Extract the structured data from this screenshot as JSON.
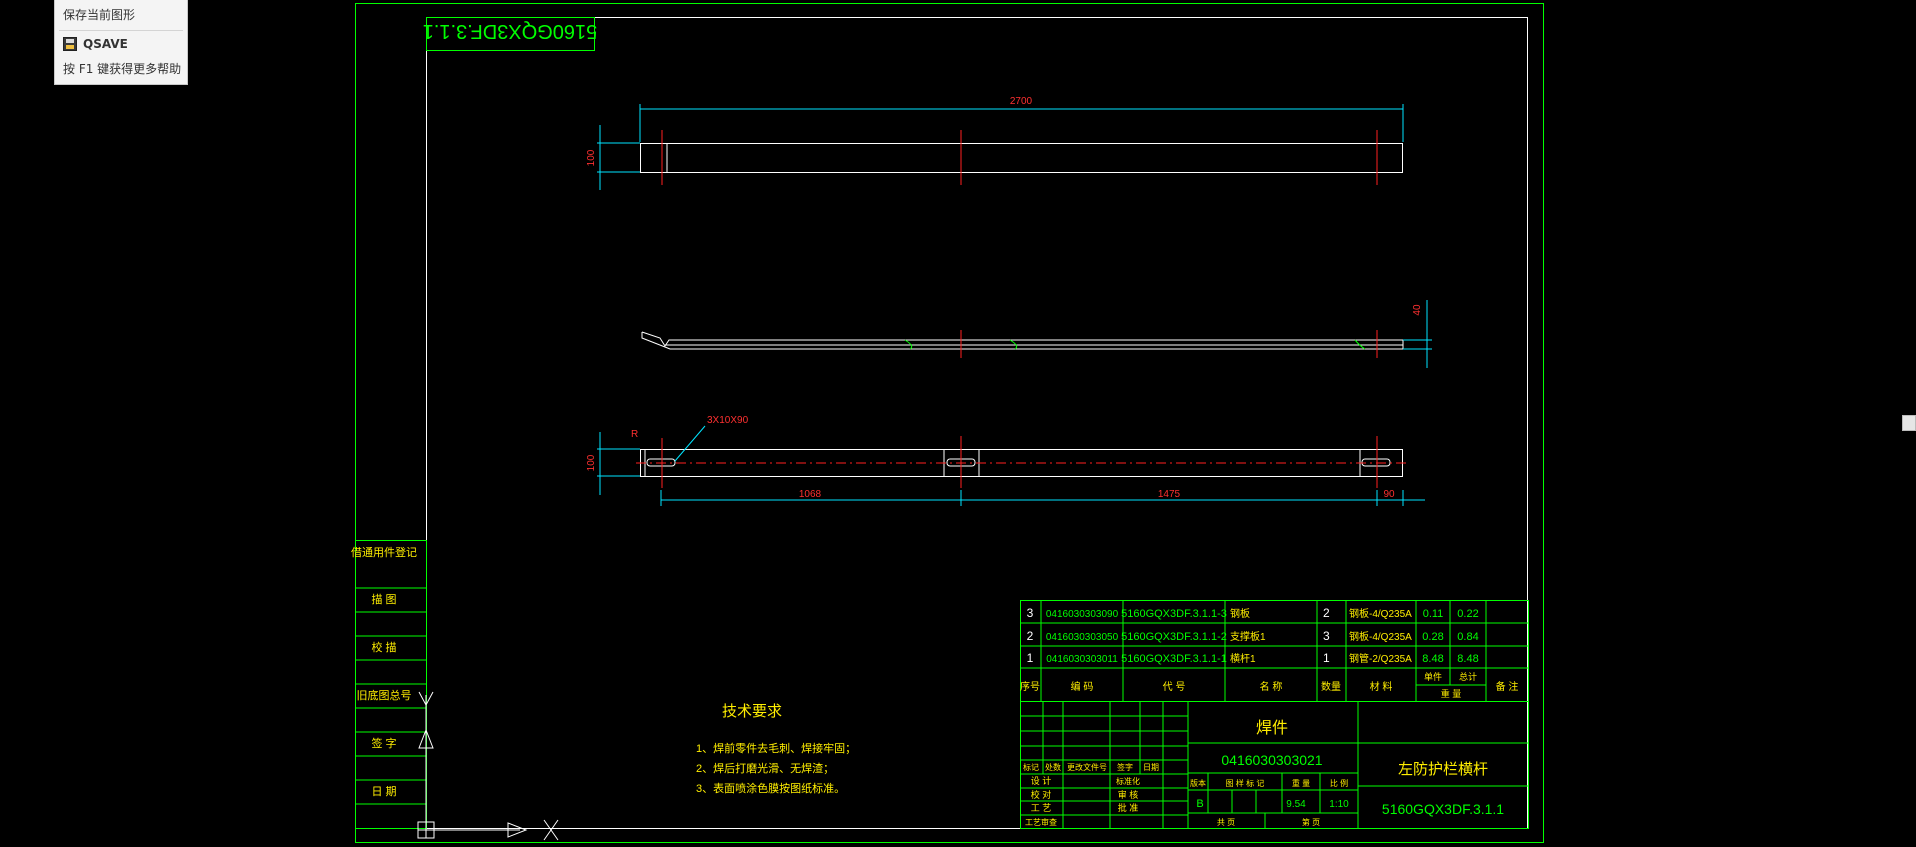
{
  "tooltip": {
    "description": "保存当前图形",
    "command": "QSAVE",
    "icon": "save-icon",
    "help": "按 F1 键获得更多帮助"
  },
  "drawing": {
    "corner_code": "5160GQX3DF.3.1.1",
    "dimensions": {
      "overall_length": "2700",
      "top_height": "100",
      "side_height": "40",
      "bottom_height": "100",
      "slot": "3X10X90",
      "radius": "R",
      "seg1": "1068",
      "seg2": "1475",
      "seg3": "90"
    },
    "side_labels": [
      "借通用件登记",
      "描 图",
      "校 描",
      "旧底图总号",
      "签 字",
      "日 期"
    ],
    "tech_requirements": {
      "title": "技术要求",
      "items": [
        "1、焊前零件去毛刺、焊接牢固；",
        "2、焊后打磨光滑、无焊渣；",
        "3、表面喷涂色膜按图纸标准。"
      ]
    },
    "bom": {
      "headers": [
        "序号",
        "编 码",
        "代 号",
        "名 称",
        "数量",
        "材 料",
        "单件",
        "总计",
        "备 注"
      ],
      "weight_header": "重 量",
      "rows": [
        {
          "no": "3",
          "code": "0416030303090",
          "ref": "5160GQX3DF.3.1.1-3",
          "name": "钢板",
          "qty": "2",
          "material": "钢板-4/Q235A",
          "unit": "0.11",
          "total": "0.22"
        },
        {
          "no": "2",
          "code": "0416030303050",
          "ref": "5160GQX3DF.3.1.1-2",
          "name": "支撑板1",
          "qty": "3",
          "material": "钢板-4/Q235A",
          "unit": "0.28",
          "total": "0.84"
        },
        {
          "no": "1",
          "code": "0416030303011",
          "ref": "5160GQX3DF.3.1.1-1",
          "name": "横杆1",
          "qty": "1",
          "material": "钢管-2/Q235A",
          "unit": "8.48",
          "total": "8.48"
        }
      ]
    },
    "title_block": {
      "part_type": "焊件",
      "part_code": "0416030303021",
      "part_name": "左防护栏横杆",
      "drawing_no": "5160GQX3DF.3.1.1",
      "stage": "B",
      "weight": "9.54",
      "scale": "1:10",
      "labels": {
        "mark": "标记",
        "count": "处数",
        "change_doc": "更改文件号",
        "sign": "签字",
        "date": "日期",
        "design": "设 计",
        "std": "标准化",
        "check": "校 对",
        "review": "审 核",
        "craft": "工 艺",
        "approve": "批 准",
        "process_check": "工艺审查",
        "stage_label": "图 样 标 记",
        "weight_label": "重 量",
        "scale_label": "比 例",
        "sheet_total": "共 页",
        "sheet": "第 页",
        "version": "版本"
      }
    }
  }
}
